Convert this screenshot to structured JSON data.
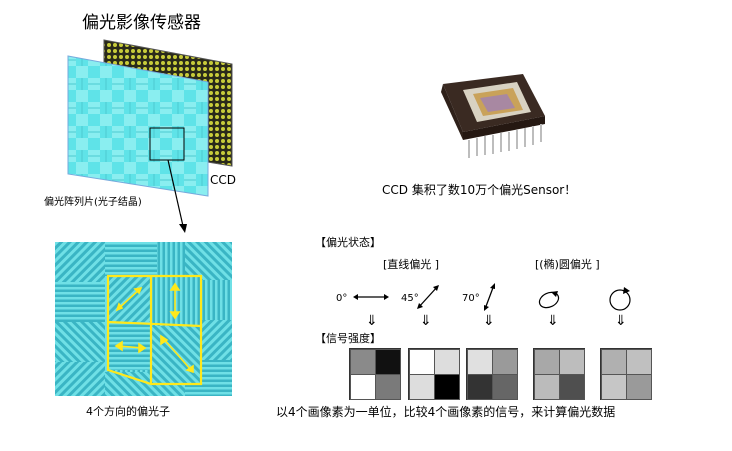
{
  "title": "偏光影像传感器",
  "labels": {
    "ccd": "CCD",
    "polarizer_array": "偏光阵列片(光子结晶)",
    "four_directions": "4个方向的偏光子",
    "ccd_caption": "CCD 集积了数10万个偏光Sensor！",
    "pol_state_header": "【偏光状态】",
    "linear": "[直线偏光 ]",
    "elliptic": "[(椭)圆偏光 ]",
    "signal_header": "【信号强度】",
    "bottom_caption": "以4个画像素为一单位，比较4个画像素的信号，来计算偏光数据"
  },
  "angles": [
    "0°",
    "45°",
    "70°"
  ],
  "down_arrow": "⇓",
  "signal_grids": [
    [
      "#8a8a8a",
      "#111111",
      "#ffffff",
      "#7a7a7a"
    ],
    [
      "#ffffff",
      "#dddddd",
      "#dddddd",
      "#000000"
    ],
    [
      "#e0e0e0",
      "#9a9a9a",
      "#333333",
      "#666666"
    ],
    [
      "#a8a8a8",
      "#bdbdbd",
      "#bbbbbb",
      "#4f4f4f"
    ],
    [
      "#b0b0b0",
      "#c0c0c0",
      "#c6c6c6",
      "#9a9a9a"
    ]
  ]
}
